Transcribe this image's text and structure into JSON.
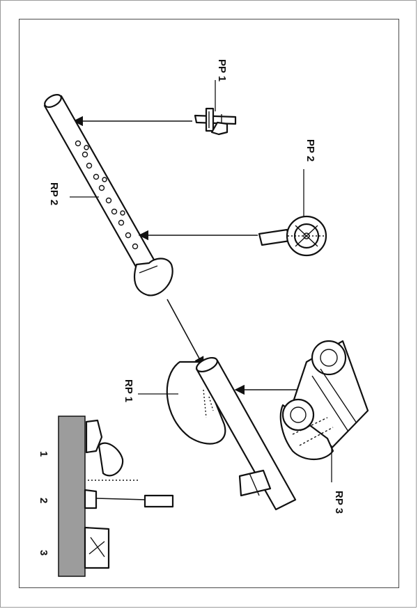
{
  "labels": {
    "pp1": "PP 1",
    "pp2": "PP 2",
    "rp1": "RP 1",
    "rp2": "RP 2",
    "rp3": "RP 3"
  },
  "legend": {
    "step1": "1",
    "step2": "2",
    "step3": "3"
  },
  "colors": {
    "line": "#111111",
    "shade": "#9c9c9c",
    "frame": "#4a4a4a"
  }
}
